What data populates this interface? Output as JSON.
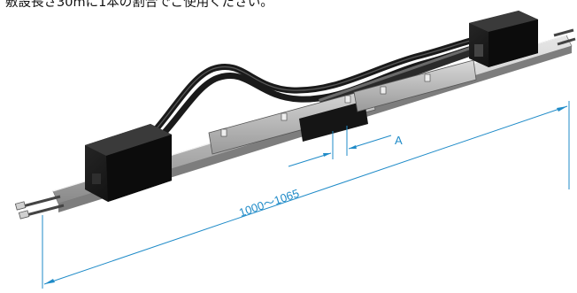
{
  "note": {
    "text": "敷設長さ30mに1本の割合でご使用ください。"
  },
  "dimensions": {
    "overall_length_label": "1000～1065",
    "gap_label": "A"
  },
  "colors": {
    "dimension_line": "#1f8bc8",
    "housing_black": "#121212",
    "rail_light": "#cfcfcf",
    "rail_shadow": "#8c8c8c",
    "cable": "#1a1a1a"
  },
  "icons": {
    "left_terminal": "wire-terminal-icon",
    "right_terminal": "wire-terminal-icon"
  }
}
